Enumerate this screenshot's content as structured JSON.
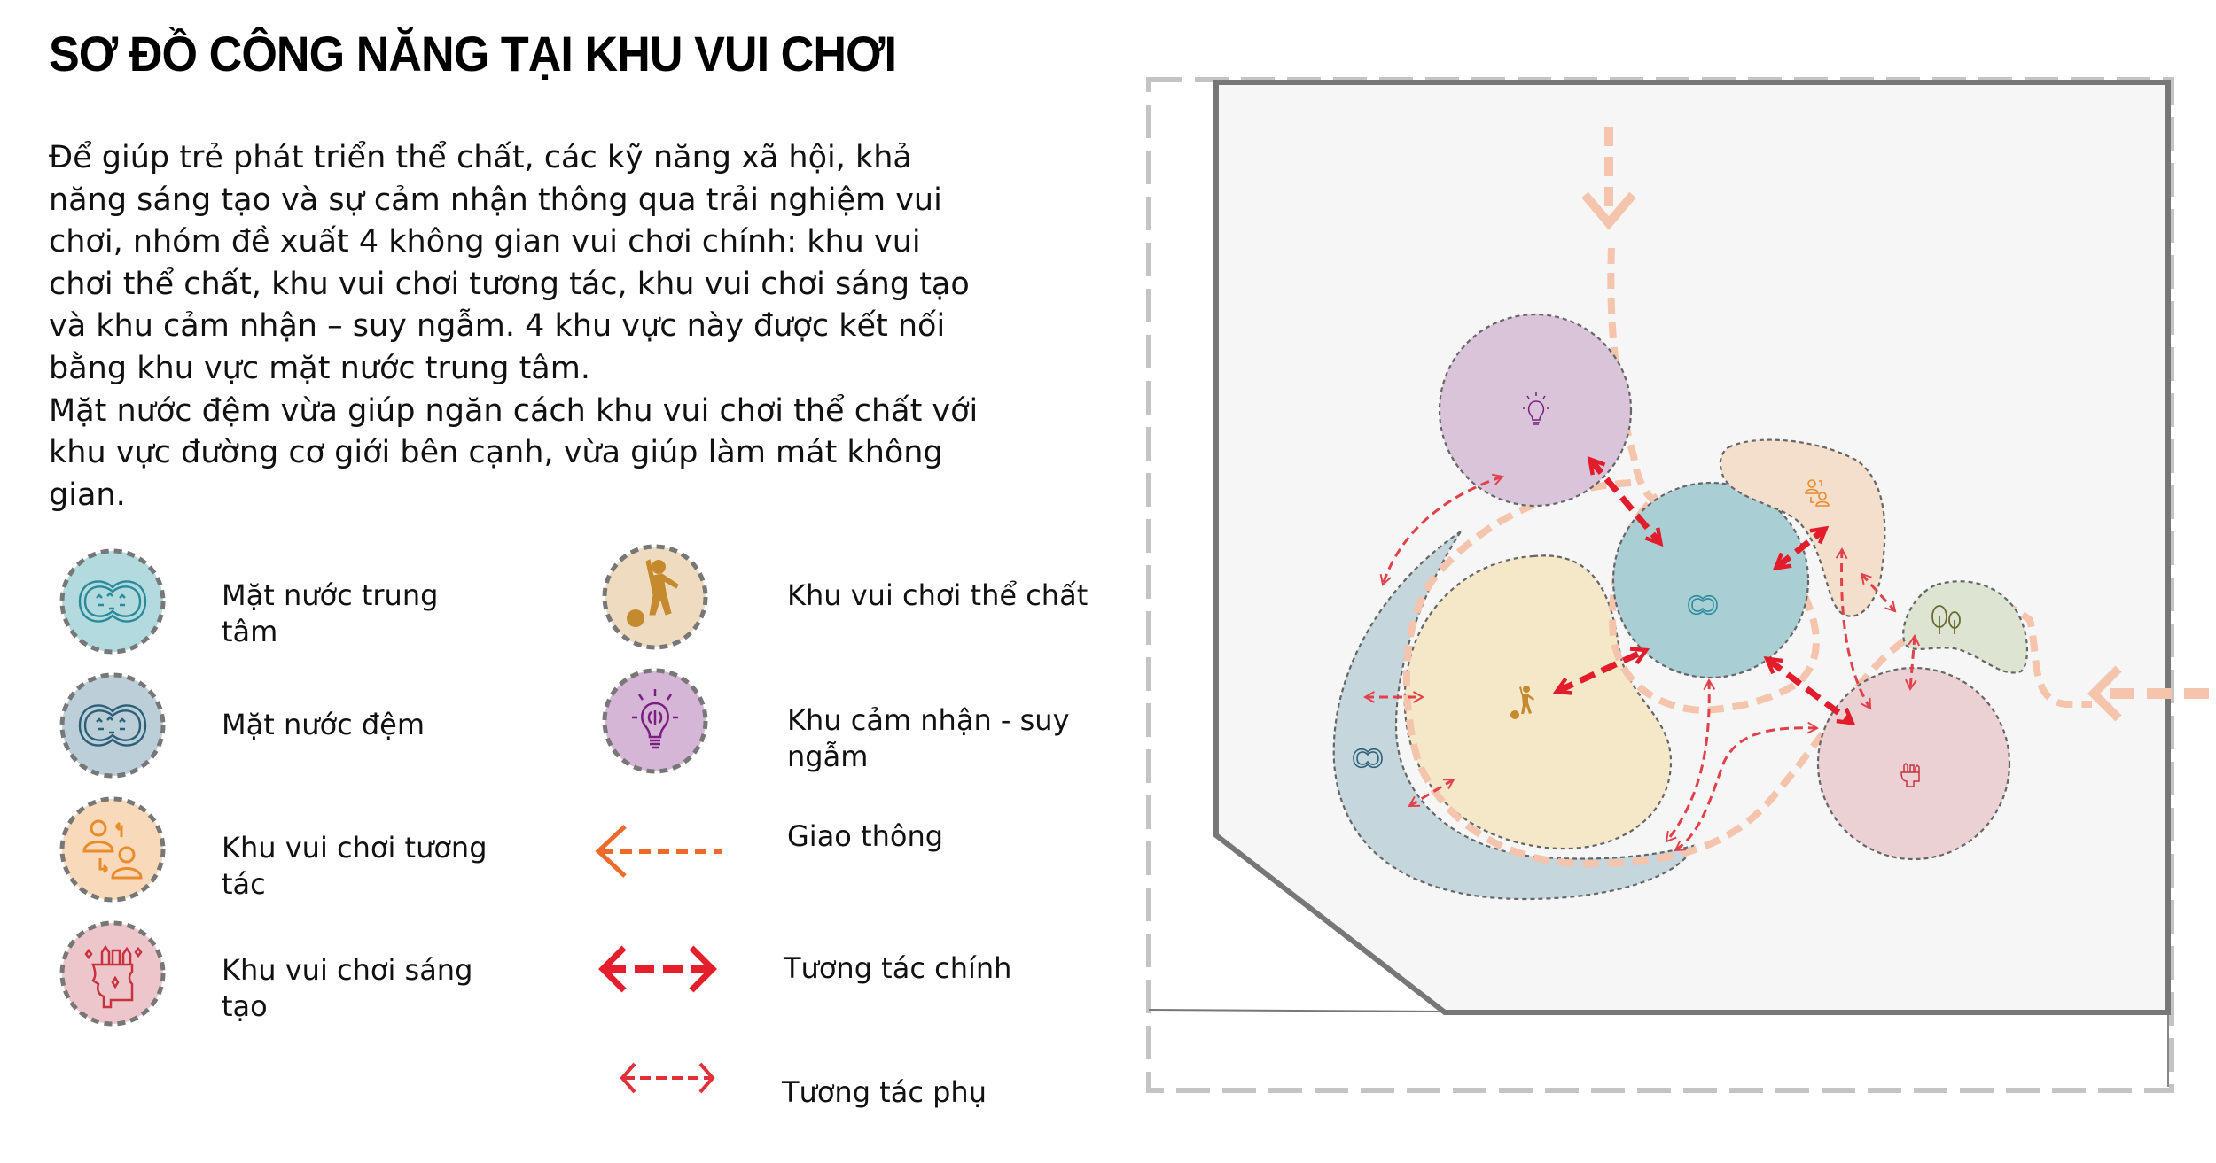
{
  "header": {
    "title": "SƠ ĐỒ CÔNG NĂNG TẠI KHU VUI CHƠI"
  },
  "intro": {
    "paragraph_1": "Để giúp trẻ phát triển thể chất, các kỹ năng xã hội, khả năng sáng tạo và sự cảm nhận thông qua trải nghiệm vui chơi, nhóm đề xuất 4 không gian vui chơi chính: khu vui chơi thể chất, khu vui chơi tương tác, khu vui chơi sáng tạo và khu cảm nhận – suy ngẫm. 4 khu vực này được kết nối bằng khu vực mặt nước trung tâm.",
    "paragraph_2": "Mặt nước đệm vừa giúp ngăn cách khu vui chơi thể chất với khu vực đường cơ giới bên cạnh, vừa giúp làm mát không gian."
  },
  "legend": {
    "left": [
      {
        "label": "Mặt nước trung tâm",
        "icon": "water-pond-icon",
        "fill": "#b3dade",
        "stroke": "#2a8a9a"
      },
      {
        "label": "Mặt nước đệm",
        "icon": "water-pond-icon",
        "fill": "#bccfd8",
        "stroke": "#2c5f78"
      },
      {
        "label": "Khu vui chơi tương tác",
        "icon": "people-exchange-icon",
        "fill": "#f8d9b9",
        "stroke": "#e98a2c"
      },
      {
        "label": "Khu vui chơi sáng tạo",
        "icon": "creative-head-icon",
        "fill": "#ecc6cb",
        "stroke": "#c8323c"
      }
    ],
    "right": [
      {
        "label": "Khu vui chơi thể chất",
        "icon": "child-ball-icon",
        "fill": "#efdcc0",
        "stroke": "#c58a2e"
      },
      {
        "label": "Khu cảm nhận - suy ngẫm",
        "icon": "lightbulb-brain-icon",
        "fill": "#d6b6d6",
        "stroke": "#7a1f80"
      },
      {
        "label": "Giao thông",
        "icon": "traffic-arrow-icon",
        "stroke": "#ee6a2a"
      },
      {
        "label": "Tương tác chính",
        "icon": "main-interaction-arrow-icon",
        "stroke": "#e41e2a"
      },
      {
        "label": "Tương tác phụ",
        "icon": "secondary-interaction-arrow-icon",
        "stroke": "#e2303a"
      }
    ]
  },
  "plan": {
    "zones": [
      {
        "name": "Khu cảm nhận - suy ngẫm",
        "fill": "#d9c4da"
      },
      {
        "name": "Mặt nước trung tâm",
        "fill": "#a9cfd5"
      },
      {
        "name": "Khu vui chơi tương tác",
        "fill": "#f3dfcc"
      },
      {
        "name": "Cây xanh",
        "fill": "#dde5d2"
      },
      {
        "name": "Khu vui chơi sáng tạo",
        "fill": "#ecd1d4"
      },
      {
        "name": "Khu vui chơi thể chất",
        "fill": "#f4e8c9"
      },
      {
        "name": "Mặt nước đệm",
        "fill": "#c5d6dc"
      }
    ],
    "colors": {
      "site_fill": "#f6f6f6",
      "site_border": "#777777",
      "outer_dash": "#c4c4c4",
      "traffic": "#f4c4ac",
      "interaction": "#e21c2a"
    }
  }
}
